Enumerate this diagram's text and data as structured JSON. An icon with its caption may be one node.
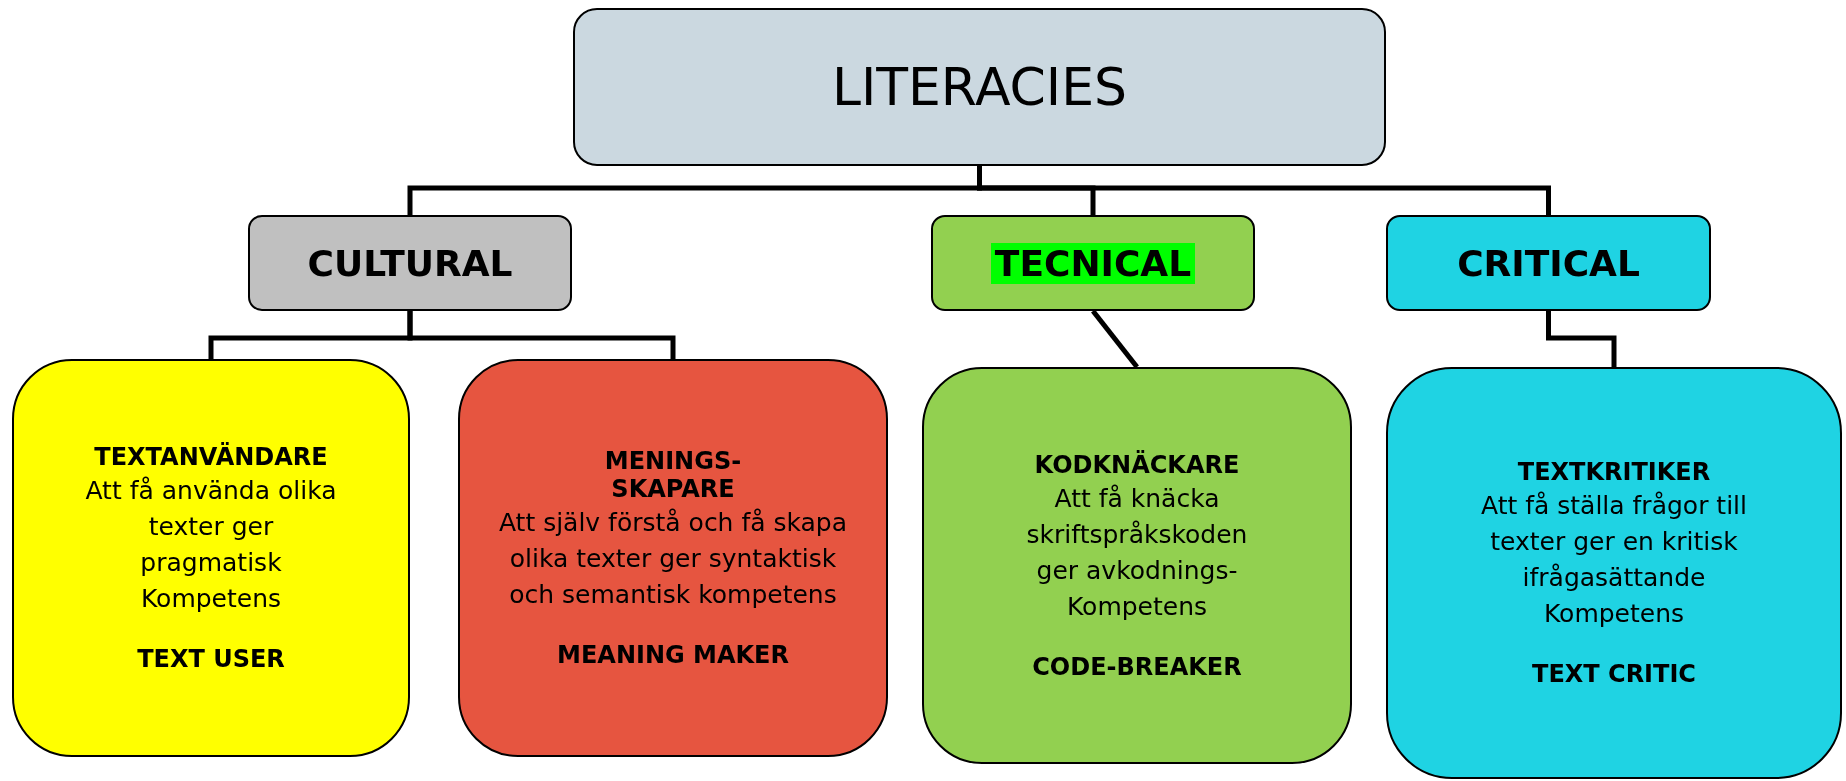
{
  "diagram": {
    "nodes": [
      {
        "text": [
          "LITERACIES"
        ]
      },
      {
        "text": [
          "CULTURAL"
        ]
      },
      {
        "text": [
          "TECNICAL"
        ]
      },
      {
        "text": [
          "CRITICAL"
        ]
      },
      {
        "text": [
          "TEXTANVÄNDARE",
          "Att få använda olika texter ger pragmatisk Kompetens",
          "TEXT USER"
        ]
      },
      {
        "text": [
          "MENINGS-SKAPARE",
          "Att själv förstå och få skapa olika texter ger syntaktisk och semantisk kompetens",
          "MEANING MAKER"
        ]
      },
      {
        "text": [
          "KODKNÄCKARE",
          "Att få knäcka skriftspråkskoden ger avkodnings-Kompetens",
          "CODE-BREAKER"
        ]
      },
      {
        "text": [
          "TEXTKRITIKER",
          "Att få ställa frågor till texter ger en kritisk ifrågasättande Kompetens",
          "TEXT CRITIC"
        ]
      }
    ],
    "edges": [
      {
        "from": 0,
        "to": 1,
        "arrow": "none"
      },
      {
        "from": 0,
        "to": 2,
        "arrow": "none"
      },
      {
        "from": 0,
        "to": 3,
        "arrow": "none"
      },
      {
        "from": 1,
        "to": 4,
        "arrow": "none"
      },
      {
        "from": 1,
        "to": 5,
        "arrow": "none"
      },
      {
        "from": 2,
        "to": 6,
        "arrow": "none"
      },
      {
        "from": 3,
        "to": 7,
        "arrow": "none"
      }
    ]
  }
}
